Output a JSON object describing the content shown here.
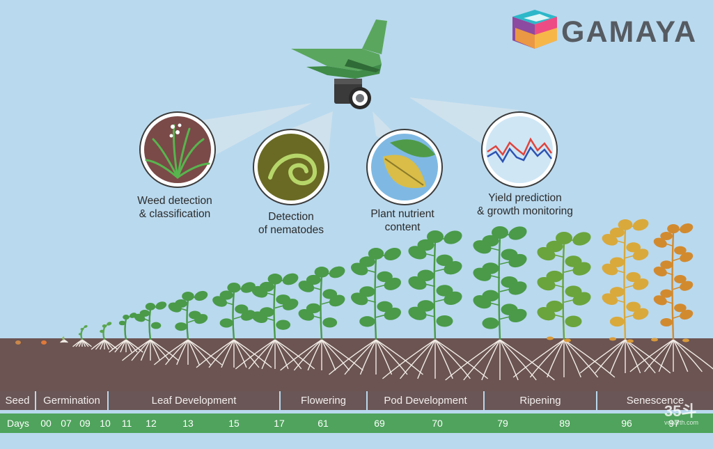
{
  "brand": {
    "name": "GAMAYA"
  },
  "features": [
    {
      "id": "weed",
      "lines": [
        "Weed detection",
        "& classification"
      ]
    },
    {
      "id": "nematodes",
      "lines": [
        "Detection",
        "of nematodes"
      ]
    },
    {
      "id": "nutrient",
      "lines": [
        "Plant nutrient",
        "content"
      ]
    },
    {
      "id": "yield",
      "lines": [
        "Yield prediction",
        "& growth monitoring"
      ]
    }
  ],
  "stages": [
    {
      "label": "Seed"
    },
    {
      "label": "Germination"
    },
    {
      "label": "Leaf Development"
    },
    {
      "label": "Flowering"
    },
    {
      "label": "Pod Development"
    },
    {
      "label": "Ripening"
    },
    {
      "label": "Senescence"
    }
  ],
  "days": {
    "label": "Days",
    "values": [
      "00",
      "07",
      "09",
      "10",
      "11",
      "12",
      "13",
      "15",
      "17",
      "61",
      "69",
      "70",
      "79",
      "89",
      "96",
      "97"
    ]
  },
  "watermark": {
    "big": "35斗",
    "small": "vcearth.com"
  },
  "colors": {
    "sky": "#b9d9ee",
    "soil": "#6b5452",
    "stage_bar": "#6a5656",
    "days_bar": "#4fa35c",
    "plant_green": "#4a9a49",
    "drone_green": "#5aa65e"
  }
}
